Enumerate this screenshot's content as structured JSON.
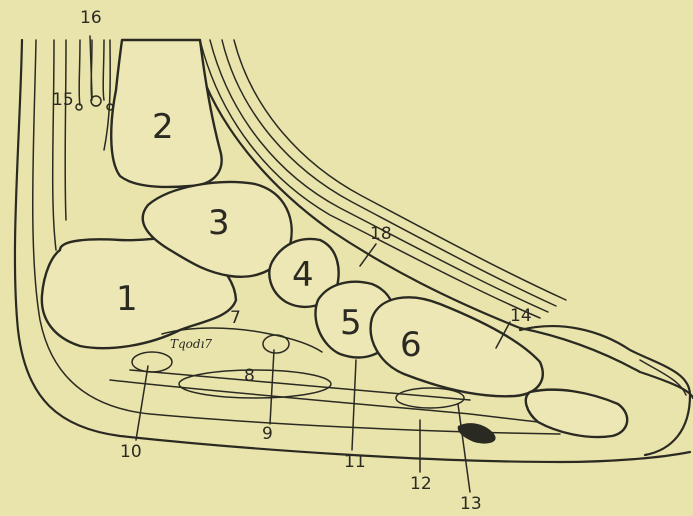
{
  "figure": {
    "background_color": "#e9e4ac",
    "ink_color": "#2a2a22",
    "bone_labels": [
      "1",
      "2",
      "3",
      "4",
      "5",
      "6"
    ],
    "reference_labels": [
      "7",
      "8",
      "9",
      "10",
      "11",
      "12",
      "13",
      "14",
      "15",
      "16",
      "18"
    ],
    "inner_word": "Tqodı7"
  }
}
